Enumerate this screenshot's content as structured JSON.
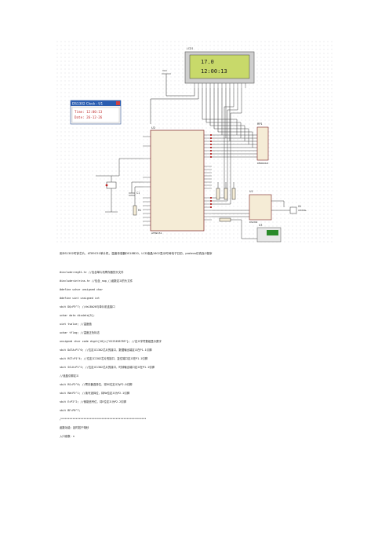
{
  "lcd": {
    "line1": "17.0",
    "line2": "12:00:13"
  },
  "popup": {
    "title": "DS1302 Clock - U1",
    "time": "Time: 12:00:13",
    "date": "Date: 26-12-26"
  },
  "labels": {
    "u2": "U2",
    "u2_sub": "AT89C51",
    "rp1": "RP1",
    "rp1_sub": "RESPACK-8",
    "u1": "U1",
    "u1_sub": "DS1302",
    "u3": "U3",
    "c1": "C1",
    "r1": "R1",
    "x1": "X1",
    "x1_sub": "CRYSTAL",
    "vcc": "VCC",
    "lcd_label": "LCD1"
  },
  "lines": [
    "用DS1302时钟芯片，AT89C51单片机，温度传感器DS18B20，LCD液晶1602显示时间电子日历，proteus仿真及C程序",
    "#include<reg51.h>      //包含单片机寄存器的头文件",
    "#include<intrins.h>    //包含_nop_()函数定义的头文件",
    "#define uchar unsigned char",
    "#define uint unsigned int",
    "sbit DQ=P3^7;   //ds18b20与单片机连接口",
    "uchar data disdata[5];",
    "uint tvalue;     //温度值",
    "uchar tflag;     //温度正负标志",
    "unsigned char code digit[10]={\"0123456789\"};     //定义字符数组显示数字",
    "sbit DATA=P1^0;    //位定义1302芯片的接口，数据输出端定义在P1.1引脚",
    "sbit RST=P1^4;     //位定义1302芯片的接口，复位端口定义在P1.1引脚",
    "sbit SCLK=P1^2;    //位定义1302芯片的接口，时钟输出端口定义在P1.1引脚",
    "//液晶引脚定义",
    "sbit RS=P2^0;      //寄存器选择位，将RS位定义为P2.0引脚",
    "sbit RW=P2^1;      //读写选择位，将RW位定义为P2.1引脚",
    "sbit E=P2^2;       //使能信号位，将E位定义为P2.2引脚",
    "sbit BF=P0^7;",
    "/*****************************************************",
    "函数功能：延时若干毫秒",
    "入口参数：n"
  ]
}
